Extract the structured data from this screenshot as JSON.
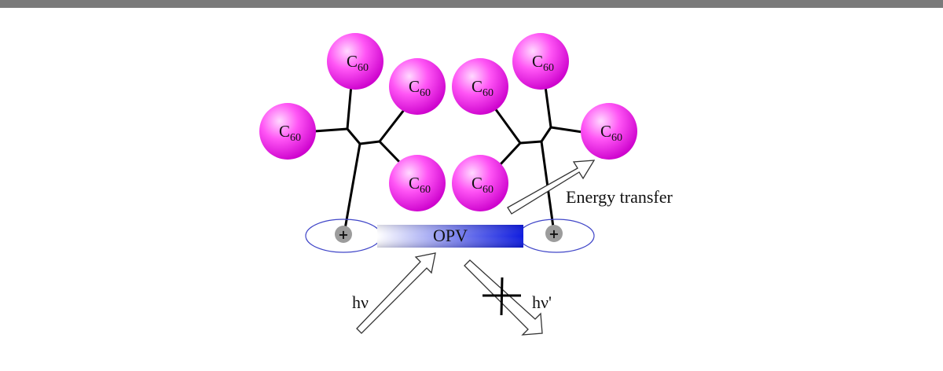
{
  "colors": {
    "top_bar": "#7a7a7a",
    "sphere_light": "#ffd9ff",
    "sphere_mid": "#ff55f5",
    "sphere_dark": "#cc00cc",
    "opv_fill_start": "#ffffff",
    "opv_fill_end": "#0d1adf",
    "ellipse_stroke": "#4046c8",
    "charge_circle": "#9c9c9c",
    "arrow_fill": "#ffffff",
    "arrow_stroke": "#333333",
    "bond": "#000000"
  },
  "fullerene": {
    "label_main": "C",
    "label_sub": "60"
  },
  "opv": {
    "label": "OPV"
  },
  "charges": {
    "symbol": "+"
  },
  "labels": {
    "energy_transfer": "Energy transfer",
    "hv": "hν",
    "hv_prime": "hν'"
  }
}
